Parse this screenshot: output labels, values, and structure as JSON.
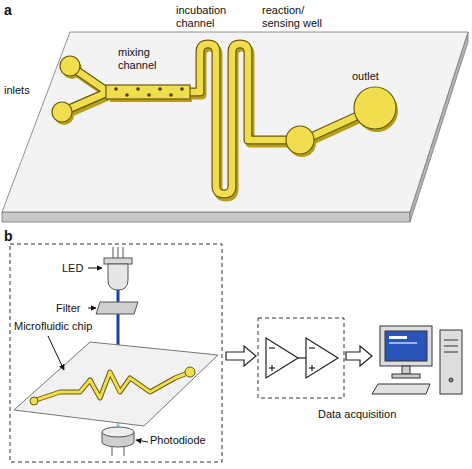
{
  "diagram": {
    "labels": [
      "a",
      "inlets",
      "mixing channel",
      "incubation channel",
      "reaction/ sensing well",
      "outlet",
      "b",
      "LED",
      "Filter",
      "Microfluidic chip",
      "Photodiode",
      "Data acquisition"
    ]
  }
}
